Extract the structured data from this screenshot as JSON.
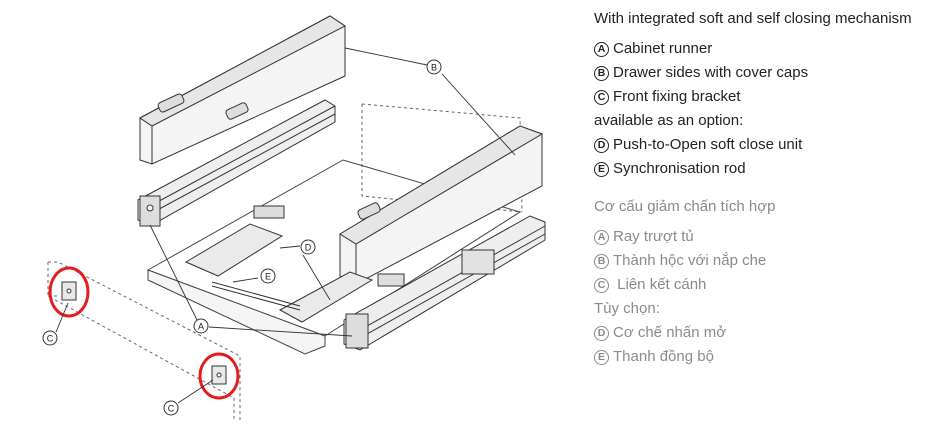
{
  "callouts": {
    "a": "A",
    "b": "B",
    "c": "C",
    "d": "D",
    "e": "E"
  },
  "legend_en": {
    "title": "With integrated soft and self closing mechanism",
    "items": [
      {
        "letter": "A",
        "text": "Cabinet runner"
      },
      {
        "letter": "B",
        "text": "Drawer sides with cover caps"
      },
      {
        "letter": "C",
        "text": "Front fixing bracket"
      }
    ],
    "option_label": "available as an option:",
    "options": [
      {
        "letter": "D",
        "text": "Push-to-Open soft close unit"
      },
      {
        "letter": "E",
        "text": "Synchronisation rod"
      }
    ]
  },
  "legend_vi": {
    "title": "Cơ cấu giảm chấn tích hợp",
    "items": [
      {
        "letter": "A",
        "text": "Ray trượt tủ"
      },
      {
        "letter": "B",
        "text": "Thành hộc với nắp che"
      },
      {
        "letter": "C",
        "text": " Liên kết cánh"
      }
    ],
    "option_label": "Tùy chọn:",
    "options": [
      {
        "letter": "D",
        "text": "Cơ chế nhấn mở"
      },
      {
        "letter": "E",
        "text": "Thanh đồng bộ"
      }
    ]
  },
  "colors": {
    "highlight": "#e11d1d",
    "line": "#333333",
    "dash": "#666666",
    "text_en": "#222222",
    "text_vi": "#8a8a8a"
  }
}
